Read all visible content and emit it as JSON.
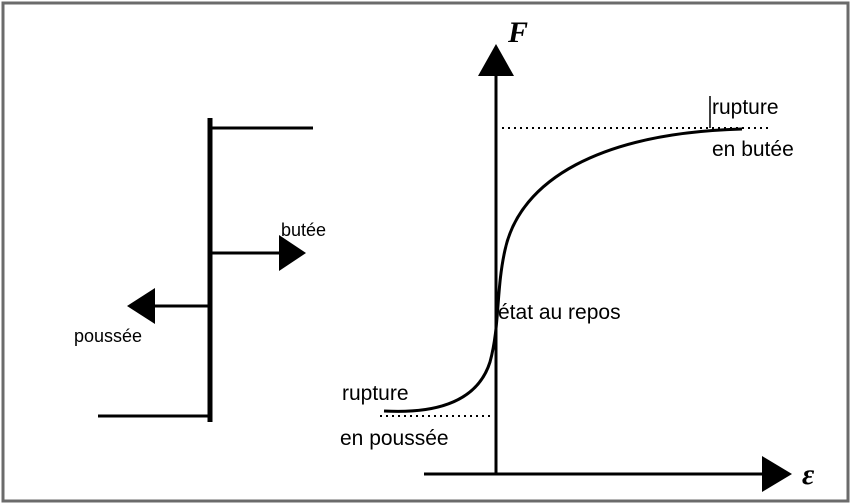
{
  "diagram": {
    "wall": {
      "label_butee": "butée",
      "label_poussee": "poussée"
    },
    "graph": {
      "axis_y_symbol": "F",
      "axis_x_symbol": "ε",
      "label_rupture_butee_line1": "rupture",
      "label_rupture_butee_line2": "en butée",
      "label_repos": "état au repos",
      "label_rupture_poussee_line1": "rupture",
      "label_rupture_poussee_line2": "en poussée"
    }
  },
  "colors": {
    "stroke": "#000000",
    "frame": "#6b6b6b",
    "background": "#ffffff"
  }
}
